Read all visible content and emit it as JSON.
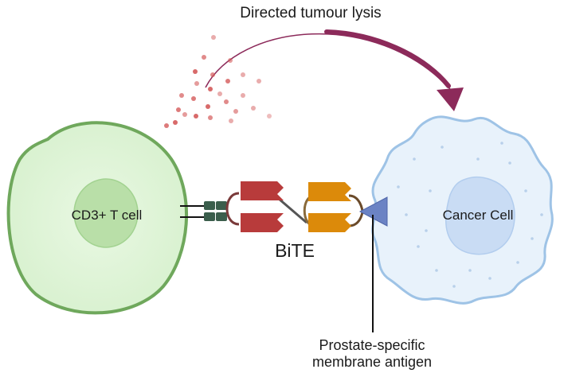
{
  "labels": {
    "title": "Directed tumour lysis",
    "t_cell": "CD3+ T cell",
    "bite": "BiTE",
    "cancer_cell": "Cancer Cell",
    "antigen_line1": "Prostate-specific",
    "antigen_line2": "membrane antigen"
  },
  "colors": {
    "t_cell_fill": "#e3f6dc",
    "t_cell_border": "#6fa85c",
    "nucleus_fill": "#b9dfa8",
    "cancer_fill": "#e8f2fb",
    "cancer_border": "#9ec3e6",
    "cancer_nucleus": "#c9dcf4",
    "arrow": "#8c2a5a",
    "domain_red": "#b83b3b",
    "domain_orange": "#dc8a0a",
    "receptor": "#3b5e4c",
    "antigen": "#6b83c4",
    "particles": "#d45a5a"
  }
}
